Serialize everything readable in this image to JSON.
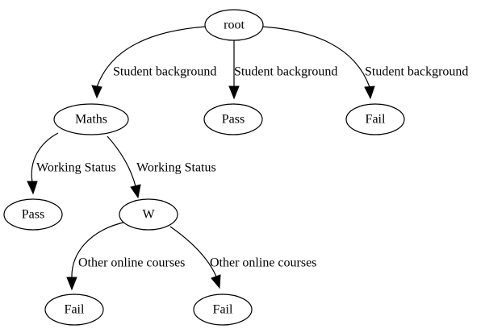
{
  "diagram": {
    "nodes": [
      {
        "id": "root",
        "label": "root"
      },
      {
        "id": "maths",
        "label": "Maths"
      },
      {
        "id": "pass1",
        "label": "Pass"
      },
      {
        "id": "fail1",
        "label": "Fail"
      },
      {
        "id": "pass2",
        "label": "Pass"
      },
      {
        "id": "w",
        "label": "W"
      },
      {
        "id": "fail2",
        "label": "Fail"
      },
      {
        "id": "fail3",
        "label": "Fail"
      }
    ],
    "edges": [
      {
        "from": "root",
        "to": "maths",
        "label": "Student background"
      },
      {
        "from": "root",
        "to": "pass1",
        "label": "Student background"
      },
      {
        "from": "root",
        "to": "fail1",
        "label": "Student background"
      },
      {
        "from": "maths",
        "to": "pass2",
        "label": "Working Status"
      },
      {
        "from": "maths",
        "to": "w",
        "label": "Working Status"
      },
      {
        "from": "w",
        "to": "fail2",
        "label": "Other online courses"
      },
      {
        "from": "w",
        "to": "fail3",
        "label": "Other online courses"
      }
    ]
  }
}
